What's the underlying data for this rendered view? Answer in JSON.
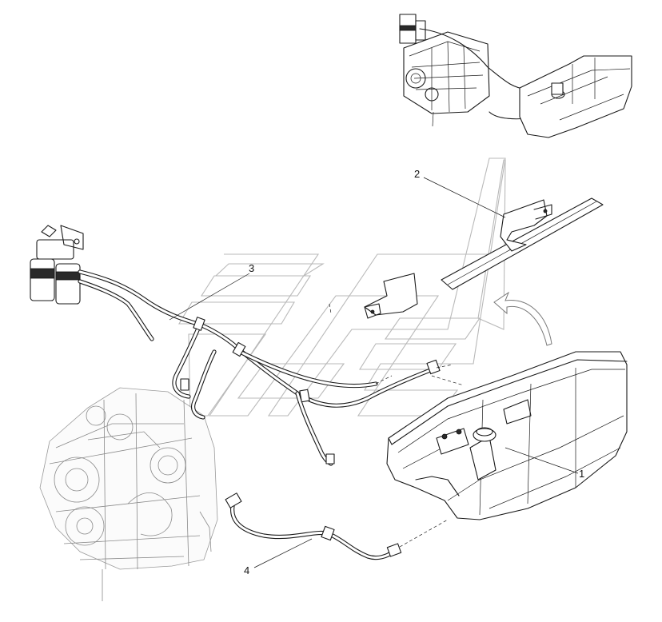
{
  "callouts": [
    {
      "id": "1",
      "label": "1"
    },
    {
      "id": "2",
      "label": "2"
    },
    {
      "id": "3",
      "label": "3"
    },
    {
      "id": "4",
      "label": "4"
    }
  ],
  "parts": {
    "1": "fuel-tank",
    "2": "tank-mounting-bracket-and-strap",
    "3": "fuel-line-harness",
    "4": "return-hose"
  },
  "icons": {
    "arrow": "curved-arrow-icon",
    "watermark": "brand-watermark-icon"
  }
}
